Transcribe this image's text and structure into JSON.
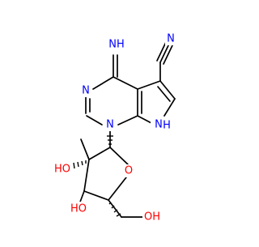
{
  "atom_labels": {
    "imine_nh": "NH",
    "nitrile_n": "N",
    "ring_n3": "N",
    "ring_n1": "N",
    "pyrrole_nh": "H",
    "pyrrole_n": "N",
    "oh_3": "HO",
    "ring_o": "O",
    "oh_2": "HO",
    "oh_ch2": "OH"
  },
  "colors": {
    "nitrogen": "#0000ff",
    "oxygen": "#ff0000",
    "carbon_bond": "#000000"
  }
}
